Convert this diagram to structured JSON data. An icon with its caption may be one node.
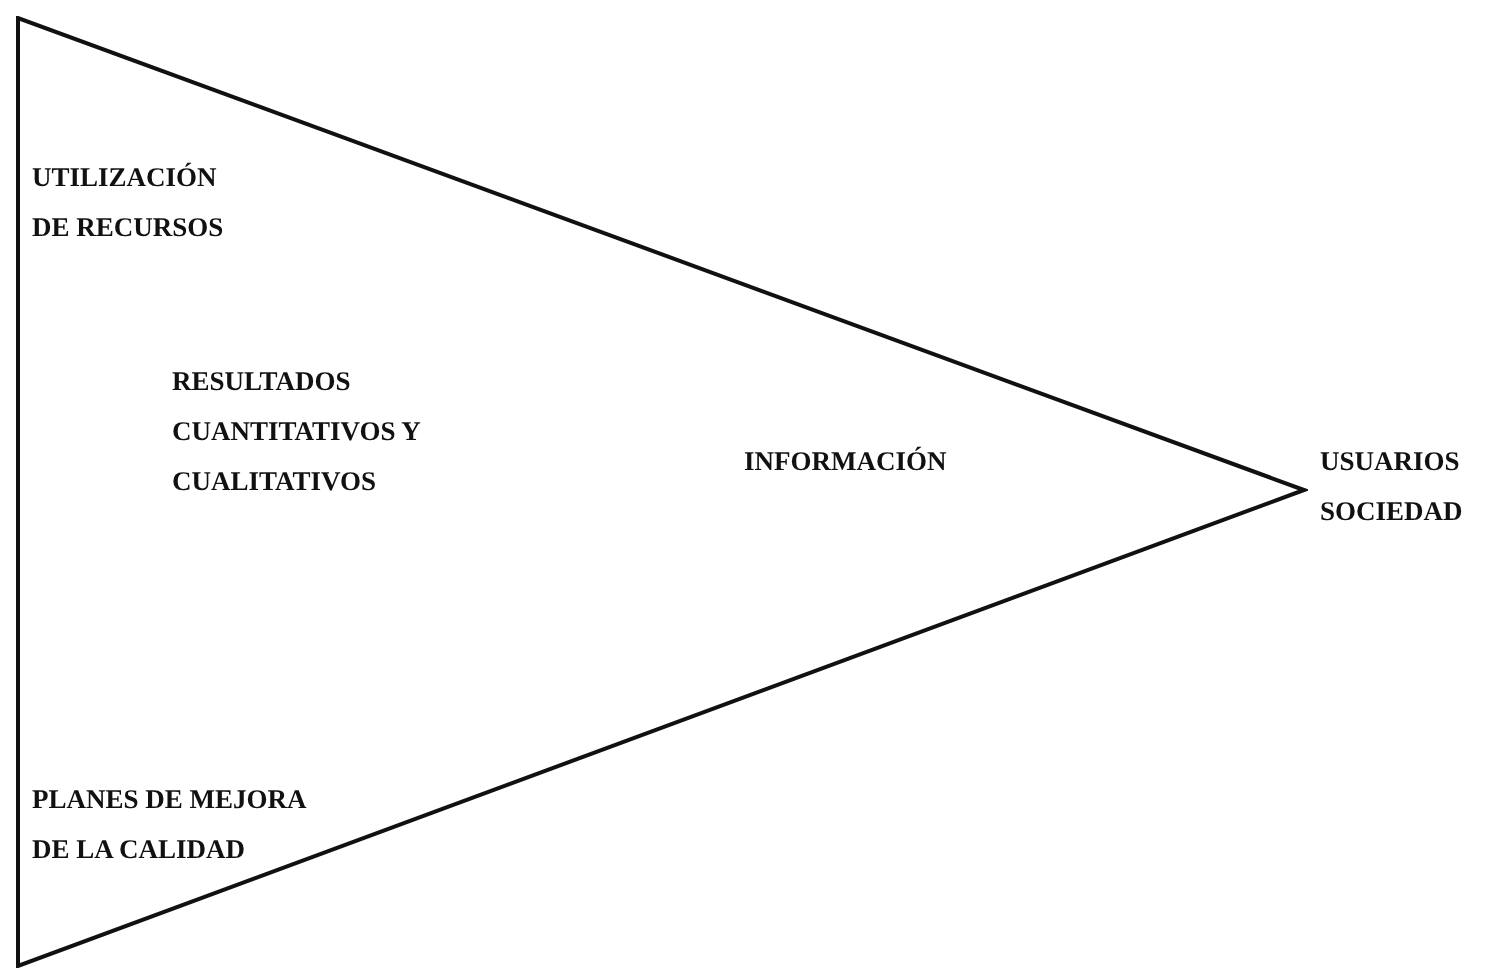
{
  "diagram": {
    "nodes": [
      {
        "text": [
          "UTILIZACIÓN DE RECURSOS",
          "RESULTADOS CUANTITATIVOS Y CUALITATIVOS",
          "INFORMACIÓN",
          "PLANES DE MEJORA DE LA CALIDAD"
        ],
        "beside": [
          "USUARIOS SOCIEDAD"
        ]
      }
    ]
  }
}
